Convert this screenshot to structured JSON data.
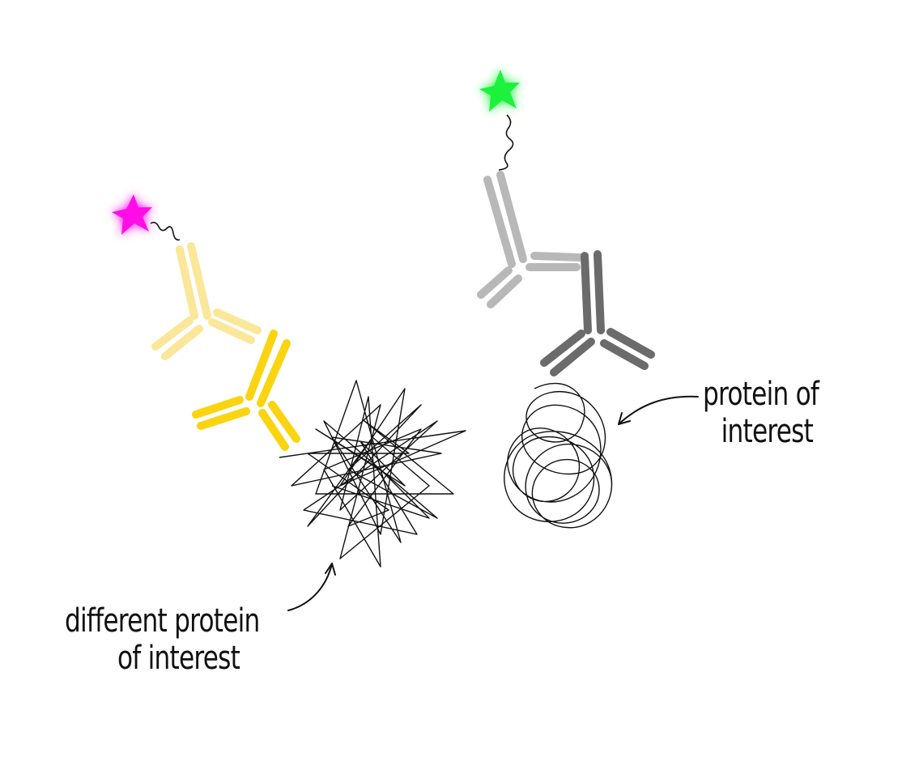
{
  "labels": {
    "protein_of_interest_line1": "protein of",
    "protein_of_interest_line2": "interest",
    "different_protein_line1": "different protein",
    "different_protein_line2": "of interest"
  },
  "colors": {
    "magenta_fluorophore": "#ff10e8",
    "green_fluorophore": "#1bf23a",
    "primary_yellow": "#fad410",
    "secondary_yellow": "#fbe79a",
    "primary_gray": "#6b6b6b",
    "secondary_gray": "#b8b8b8",
    "protein_scribble": "#111111"
  },
  "icons": {
    "left_tag": "star-icon",
    "right_tag": "star-icon"
  }
}
